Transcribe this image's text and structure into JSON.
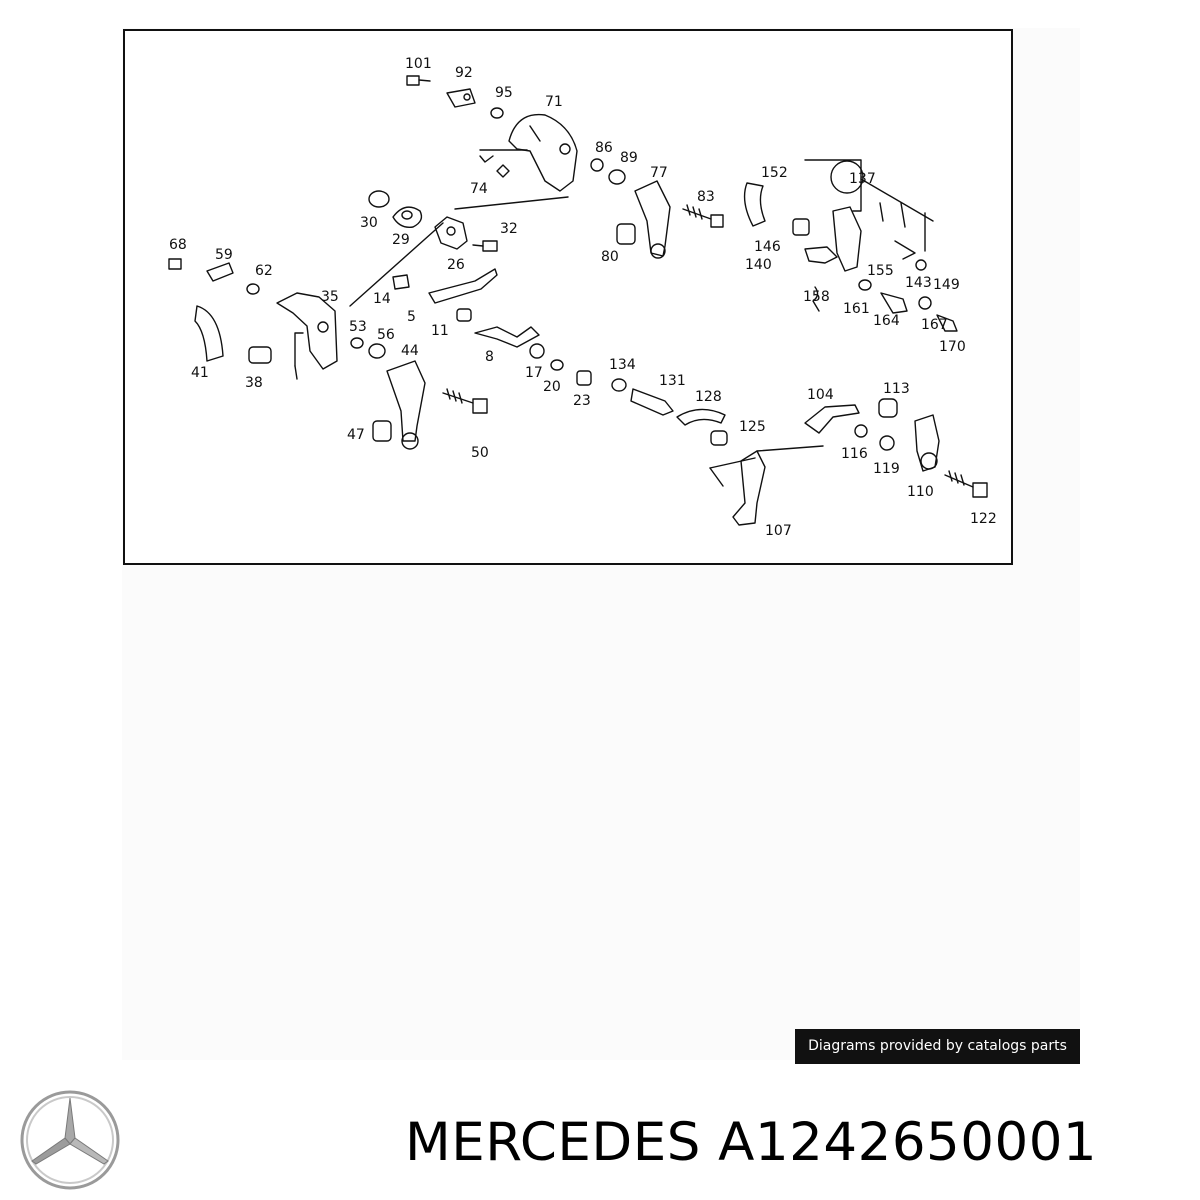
{
  "diagram": {
    "callouts": [
      "101",
      "92",
      "95",
      "71",
      "86",
      "89",
      "77",
      "83",
      "152",
      "137",
      "74",
      "30",
      "29",
      "32",
      "26",
      "146",
      "140",
      "155",
      "143",
      "149",
      "68",
      "59",
      "62",
      "35",
      "14",
      "80",
      "158",
      "161",
      "164",
      "167",
      "170",
      "5",
      "11",
      "53",
      "56",
      "8",
      "41",
      "38",
      "44",
      "17",
      "20",
      "134",
      "131",
      "128",
      "104",
      "113",
      "23",
      "125",
      "47",
      "50",
      "116",
      "119",
      "110",
      "122",
      "107"
    ]
  },
  "credit_text": "Diagrams provided by catalogs parts",
  "brand": {
    "logo": "mercedes-star-logo",
    "title": "MERCEDES A1242650001"
  }
}
